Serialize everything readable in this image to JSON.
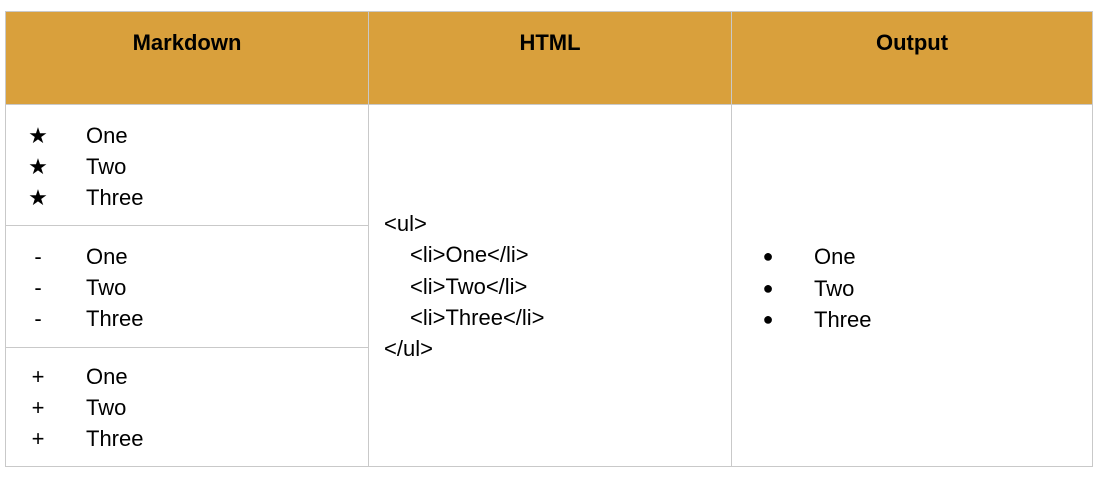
{
  "headers": [
    "Markdown",
    "HTML",
    "Output"
  ],
  "markdown": {
    "star_list": {
      "bullet": "★",
      "items": [
        "One",
        "Two",
        "Three"
      ]
    },
    "dash_list": {
      "bullet": "-",
      "items": [
        "One",
        "Two",
        "Three"
      ]
    },
    "plus_list": {
      "bullet": "+",
      "items": [
        "One",
        "Two",
        "Three"
      ]
    }
  },
  "html_code": [
    "<ul>",
    "<li>One</li>",
    "<li>Two</li>",
    "<li>Three</li>",
    "</ul>"
  ],
  "output": {
    "bullet": "●",
    "items": [
      "One",
      "Two",
      "Three"
    ]
  },
  "colors": {
    "header_bg": "#d9a03c",
    "border": "#c9c9c9"
  }
}
